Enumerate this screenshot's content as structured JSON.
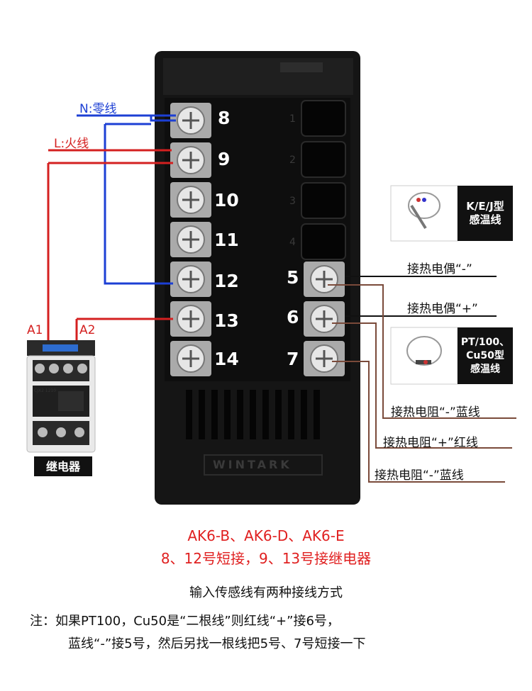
{
  "wire_labels": {
    "neutral": "N:零线",
    "live": "L:火线"
  },
  "terminals_left": [
    "8",
    "9",
    "10",
    "11",
    "12",
    "13",
    "14"
  ],
  "slot_numbers": [
    "1",
    "2",
    "3",
    "4"
  ],
  "terminals_right": [
    "5",
    "6",
    "7"
  ],
  "annotations": {
    "tc_minus": "接热电偶“-”",
    "tc_plus": "接热电偶“+”",
    "rtd_minus_blue_1": "接热电阻“-”蓝线",
    "rtd_plus_red": "接热电阻“+”红线",
    "rtd_minus_blue_2": "接热电阻“-”蓝线"
  },
  "sensors": {
    "thermocouple_label": "K/E/J型\n感温线",
    "rtd_label": "PT/100、\nCu50型\n感温线"
  },
  "relay": {
    "coil_a1": "A1",
    "coil_a2": "A2",
    "label": "继电器",
    "model": "CJX2 1210"
  },
  "device": {
    "brand": "WINTARK"
  },
  "caption": {
    "models": "AK6-B、AK6-D、AK6-E",
    "wiring": "8、12号短接，9、13号接继电器"
  },
  "notes": {
    "line1": "输入传感线有两种接线方式",
    "line2": "注：如果PT100，Cu50是“二根线”则红线“+”接6号，",
    "line3": "蓝线“-”接5号，然后另找一根线把5号、7号短接一下"
  },
  "colors": {
    "neutral_wire": "#1c3fd4",
    "live_wire": "#d42020",
    "rtd_wire": "#7a4a3a",
    "device_body": "#181818",
    "accent_red": "#e02020"
  }
}
